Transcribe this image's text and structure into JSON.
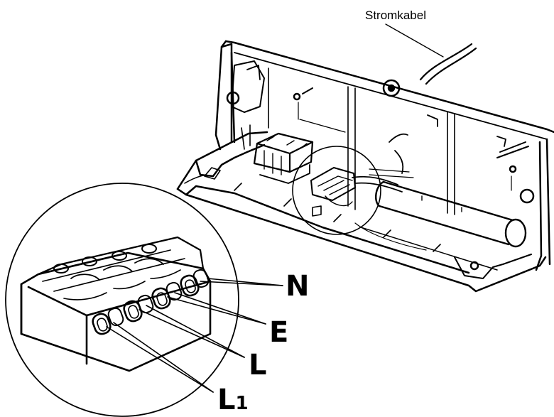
{
  "labels": {
    "cable": "Stromkabel",
    "n": "N",
    "e": "E",
    "l": "L",
    "l1_main": "L",
    "l1_sub": "1"
  }
}
